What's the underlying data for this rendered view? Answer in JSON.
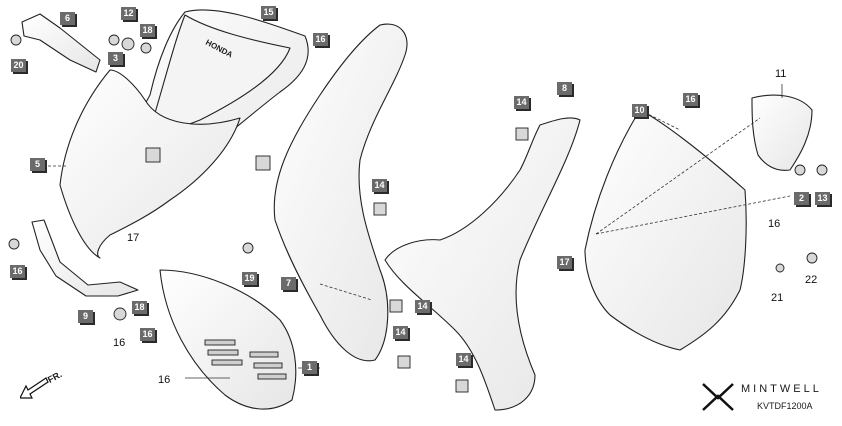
{
  "diagram": {
    "boxed_labels": [
      {
        "id": "c6",
        "text": "6"
      },
      {
        "id": "c12",
        "text": "12"
      },
      {
        "id": "c18",
        "text": "18"
      },
      {
        "id": "c15",
        "text": "15"
      },
      {
        "id": "c16a",
        "text": "16"
      },
      {
        "id": "c3",
        "text": "3"
      },
      {
        "id": "c20",
        "text": "20"
      },
      {
        "id": "c5",
        "text": "5"
      },
      {
        "id": "c14a",
        "text": "14"
      },
      {
        "id": "c8",
        "text": "8"
      },
      {
        "id": "c10",
        "text": "10"
      },
      {
        "id": "c16b",
        "text": "16"
      },
      {
        "id": "c14b",
        "text": "14"
      },
      {
        "id": "c2",
        "text": "2"
      },
      {
        "id": "c13a",
        "text": "13"
      },
      {
        "id": "c16c",
        "text": "16"
      },
      {
        "id": "c19",
        "text": "19"
      },
      {
        "id": "c7",
        "text": "7"
      },
      {
        "id": "c17",
        "text": "17"
      },
      {
        "id": "c9",
        "text": "9"
      },
      {
        "id": "c18b",
        "text": "18"
      },
      {
        "id": "c16d",
        "text": "16"
      },
      {
        "id": "c14c",
        "text": "14"
      },
      {
        "id": "c14d",
        "text": "14"
      },
      {
        "id": "c14e",
        "text": "14"
      },
      {
        "id": "c1",
        "text": "1"
      }
    ],
    "plain_labels": [
      {
        "id": "p11",
        "text": "11"
      },
      {
        "id": "p16a",
        "text": "16"
      },
      {
        "id": "p17",
        "text": "17"
      },
      {
        "id": "p16b",
        "text": "16"
      },
      {
        "id": "p16c",
        "text": "16"
      },
      {
        "id": "p21",
        "text": "21"
      },
      {
        "id": "p22",
        "text": "22"
      }
    ],
    "direction_label": "FR.",
    "part_logo_text": "HONDA",
    "brand_name": "MINTWELL",
    "diagram_code": "KVTDF1200A"
  }
}
